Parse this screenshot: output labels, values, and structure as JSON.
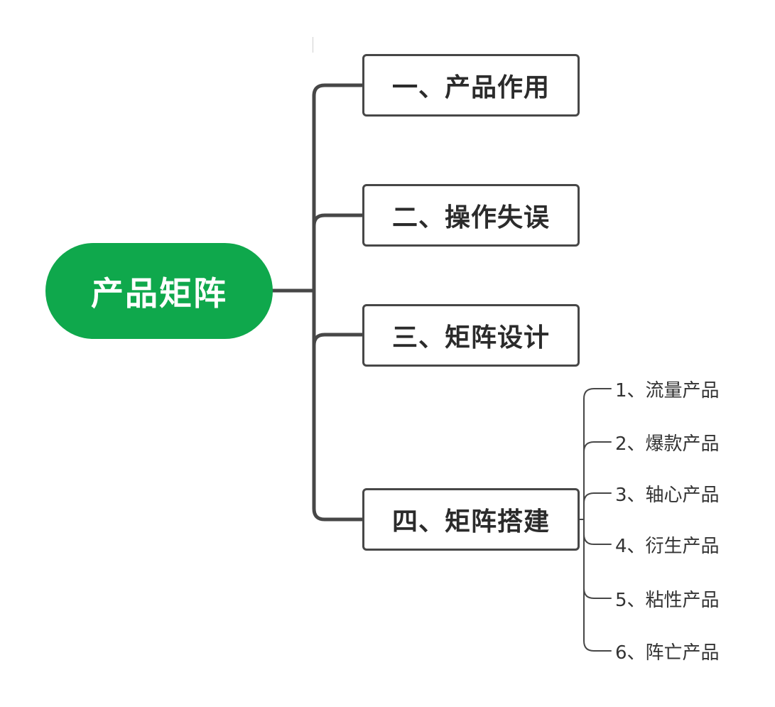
{
  "colors": {
    "root_fill": "#0fa84c",
    "root_text": "#ffffff",
    "connector": "#474747",
    "branch_border": "#474747",
    "branch_text": "#2b2b2b",
    "leaf_text": "#333333"
  },
  "root": {
    "label": "产品矩阵"
  },
  "branches": [
    {
      "label": "一、产品作用"
    },
    {
      "label": "二、操作失误"
    },
    {
      "label": "三、矩阵设计"
    },
    {
      "label": "四、矩阵搭建",
      "children": [
        {
          "label": "1、流量产品"
        },
        {
          "label": "2、爆款产品"
        },
        {
          "label": "3、轴心产品"
        },
        {
          "label": "4、衍生产品"
        },
        {
          "label": "5、粘性产品"
        },
        {
          "label": "6、阵亡产品"
        }
      ]
    }
  ]
}
